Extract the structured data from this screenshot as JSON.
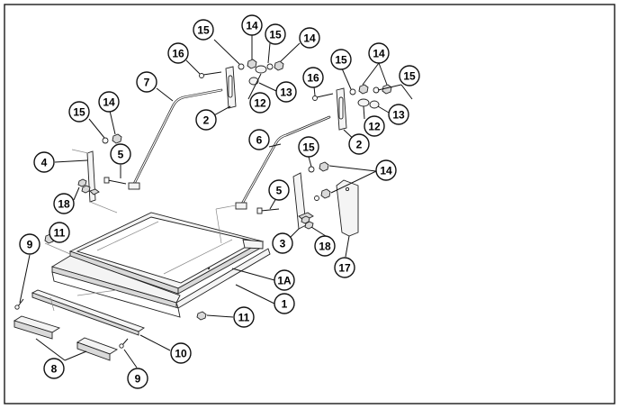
{
  "callouts": [
    {
      "id": "c1",
      "label": "1"
    },
    {
      "id": "c1a",
      "label": "1A"
    },
    {
      "id": "c2a",
      "label": "2"
    },
    {
      "id": "c2b",
      "label": "2"
    },
    {
      "id": "c3",
      "label": "3"
    },
    {
      "id": "c4",
      "label": "4"
    },
    {
      "id": "c5a",
      "label": "5"
    },
    {
      "id": "c5b",
      "label": "5"
    },
    {
      "id": "c6",
      "label": "6"
    },
    {
      "id": "c7",
      "label": "7"
    },
    {
      "id": "c8",
      "label": "8"
    },
    {
      "id": "c9a",
      "label": "9"
    },
    {
      "id": "c9b",
      "label": "9"
    },
    {
      "id": "c10",
      "label": "10"
    },
    {
      "id": "c11a",
      "label": "11"
    },
    {
      "id": "c11b",
      "label": "11"
    },
    {
      "id": "c12a",
      "label": "12"
    },
    {
      "id": "c12b",
      "label": "12"
    },
    {
      "id": "c13a",
      "label": "13"
    },
    {
      "id": "c13b",
      "label": "13"
    },
    {
      "id": "c14a",
      "label": "14"
    },
    {
      "id": "c14b",
      "label": "14"
    },
    {
      "id": "c14c",
      "label": "14"
    },
    {
      "id": "c14d",
      "label": "14"
    },
    {
      "id": "c14e",
      "label": "14"
    },
    {
      "id": "c15a",
      "label": "15"
    },
    {
      "id": "c15b",
      "label": "15"
    },
    {
      "id": "c15c",
      "label": "15"
    },
    {
      "id": "c15d",
      "label": "15"
    },
    {
      "id": "c15e",
      "label": "15"
    },
    {
      "id": "c15f",
      "label": "15"
    },
    {
      "id": "c16a",
      "label": "16"
    },
    {
      "id": "c16b",
      "label": "16"
    },
    {
      "id": "c17",
      "label": "17"
    },
    {
      "id": "c18a",
      "label": "18"
    },
    {
      "id": "c18b",
      "label": "18"
    }
  ]
}
